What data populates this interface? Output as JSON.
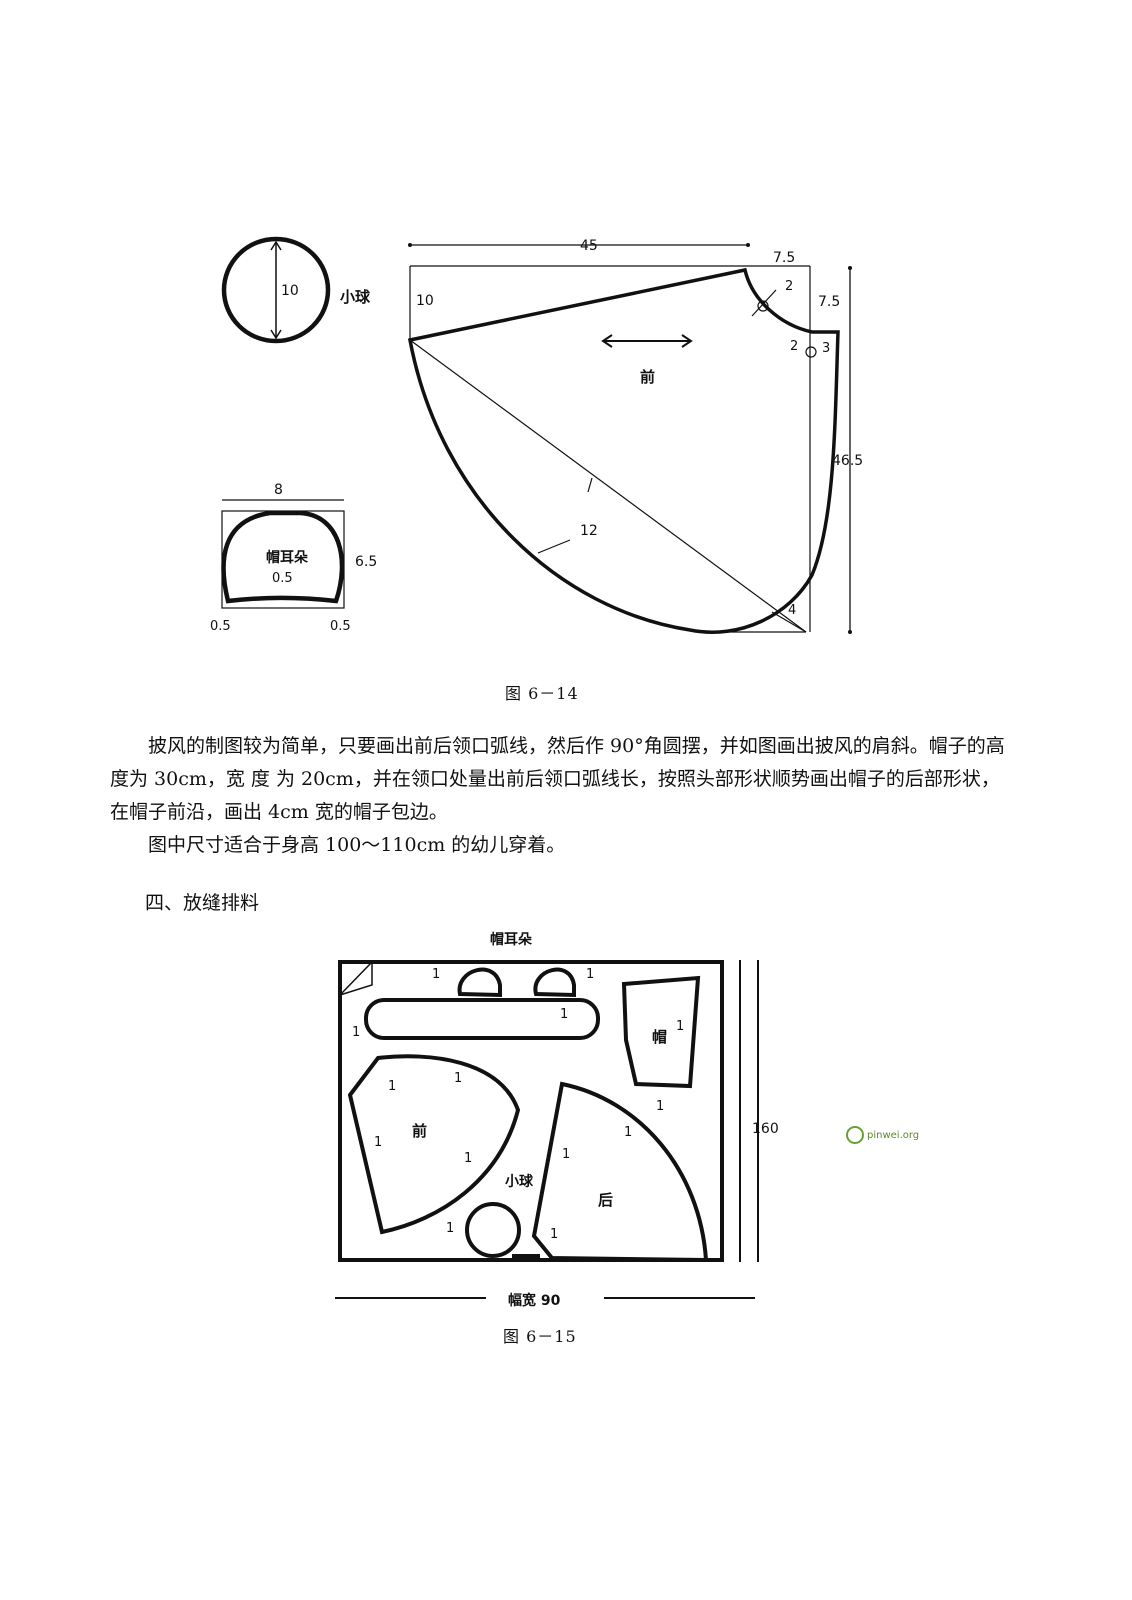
{
  "fig14": {
    "labels": {
      "d45": "45",
      "d75a": "7.5",
      "d75b": "7.5",
      "d2a": "2",
      "d2b": "2",
      "d3": "3",
      "d10": "10",
      "d465": "46.5",
      "d12": "12",
      "d4": "4",
      "front": "前",
      "ball_d": "10",
      "ball": "小球",
      "ear_w": "8",
      "ear_h": "6.5",
      "ear": "帽耳朵",
      "ear_05c": "0.5",
      "ear_05l": "0.5",
      "ear_05r": "0.5"
    },
    "caption": "图 6－14"
  },
  "text": {
    "p1": "披风的制图较为简单，只要画出前后领口弧线，然后作 90°角圆摆，并如图画出披风的肩斜。帽子的高度为 30cm，宽 度 为 20cm，并在领口处量出前后领口弧线长，按照头部形状顺势画出帽子的后部形状，在帽子前沿，画出 4cm 宽的帽子包边。",
    "p2": "图中尺寸适合于身高 100～110cm 的幼儿穿着。",
    "heading": "四、放缝排料"
  },
  "fig15": {
    "labels": {
      "ear": "帽耳朵",
      "hat": "帽",
      "front": "前",
      "back": "后",
      "ball": "小球",
      "height": "160",
      "width": "幅宽 90",
      "seam": "1"
    },
    "caption": "图 6－15"
  },
  "watermark": {
    "text": "pinwei.org",
    "accent": "#6aa033"
  }
}
